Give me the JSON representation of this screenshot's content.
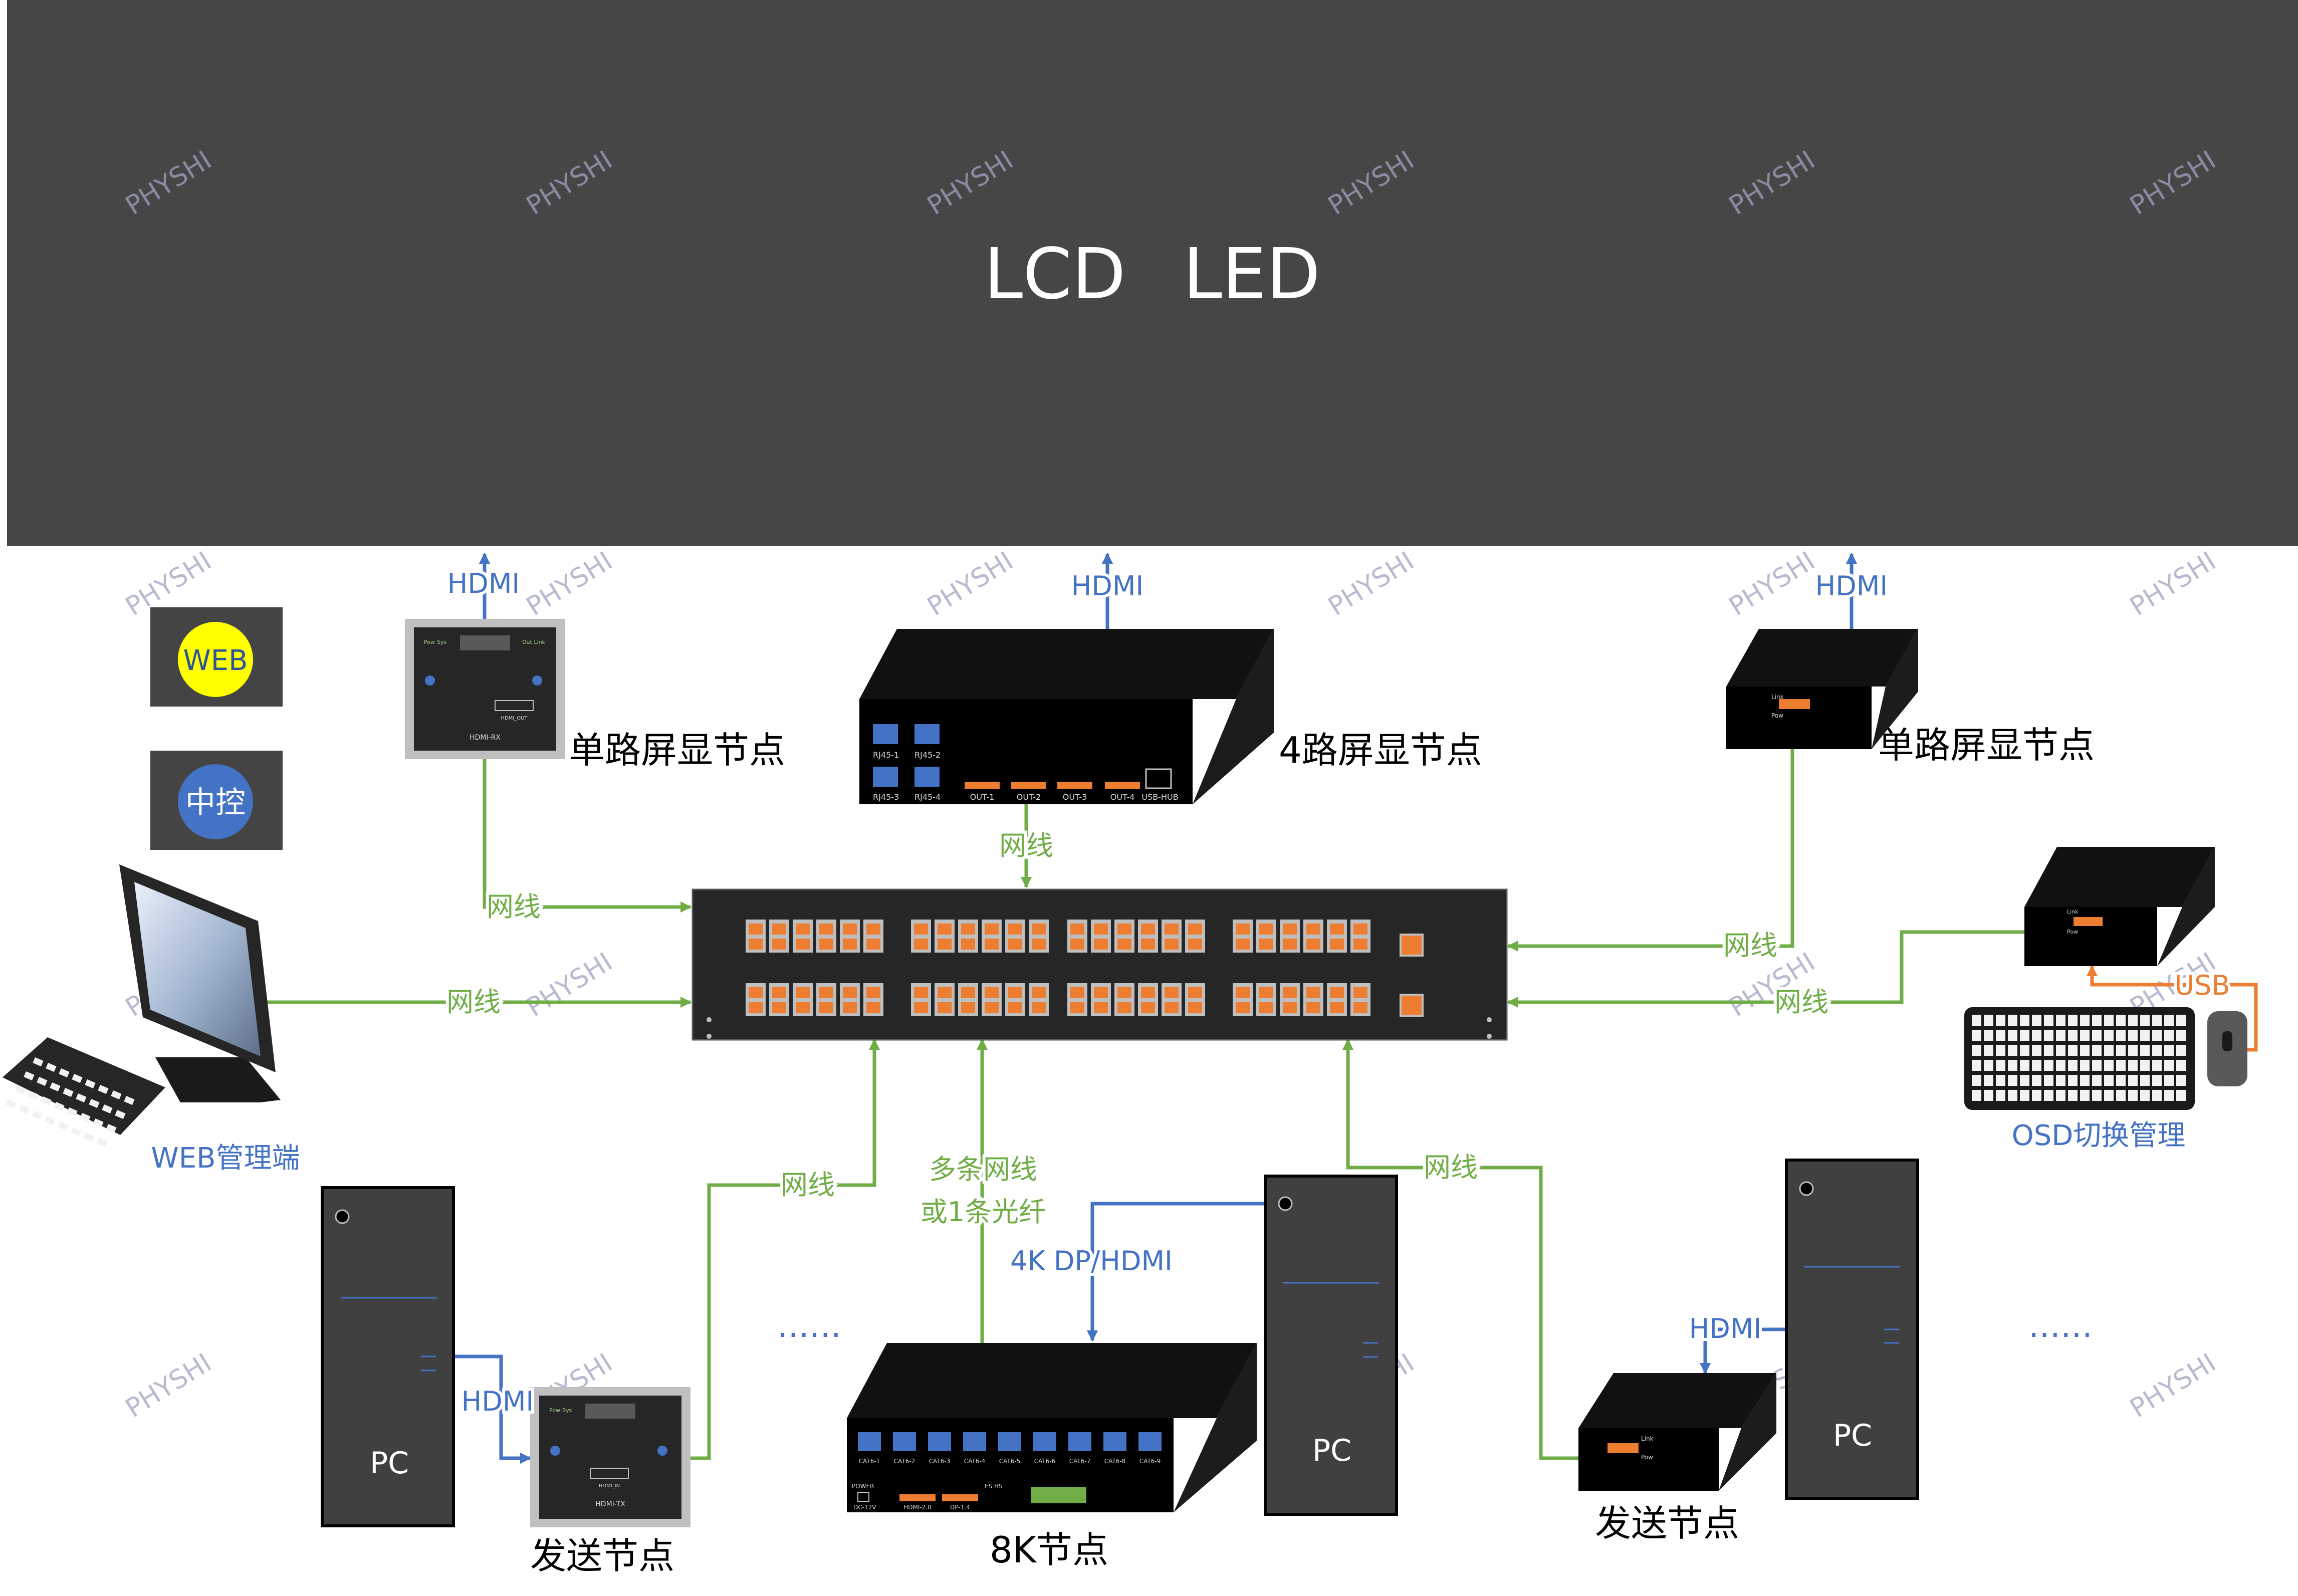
{
  "screen": {
    "title_left": "LCD",
    "title_right": "LED"
  },
  "watermark": "PHYSHI",
  "badges": {
    "web": "WEB",
    "central_control": "中控"
  },
  "nodes": {
    "single_display_left": "单路屏显节点",
    "quad_display": "4路屏显节点",
    "single_display_right": "单路屏显节点",
    "web_manager": "WEB管理端",
    "osd_manager": "OSD切换管理",
    "sender_left": "发送节点",
    "node_8k": "8K节点",
    "sender_right": "发送节点",
    "pc_left": "PC",
    "pc_middle": "PC",
    "pc_right": "PC"
  },
  "links": {
    "hdmi_left_up": "HDMI",
    "hdmi_mid_up": "HDMI",
    "hdmi_right_up": "HDMI",
    "net_quad": "网线",
    "net_left": "网线",
    "net_web": "网线",
    "net_right_top": "网线",
    "net_right_osd": "网线",
    "net_sender_left": "网线",
    "net_multi_1": "多条网线",
    "net_multi_2": "或1条光纤",
    "net_pc_mid": "网线",
    "dp_hdmi_4k": "4K DP/HDMI",
    "hdmi_pc_left": "HDMI",
    "hdmi_pc_right": "HDMI",
    "usb": "USB",
    "ellipsis_left": "……",
    "ellipsis_right": "……"
  },
  "quad_ports": {
    "rj45": [
      "RJ45-1",
      "RJ45-2",
      "RJ45-3",
      "RJ45-4"
    ],
    "outs": [
      "OUT-1",
      "OUT-2",
      "OUT-3",
      "OUT-4",
      "USB-HUB"
    ]
  },
  "node8k_ports": {
    "cat": [
      "CAT6-1",
      "CAT6-2",
      "CAT6-3",
      "CAT6-4",
      "CAT6-5",
      "CAT6-6",
      "CAT6-7",
      "CAT6-8",
      "CAT6-9"
    ],
    "power": "POWER",
    "dc": "DC-12V",
    "hdmi": "HDMI-2.0",
    "dp": "DP-1.4",
    "es": "ES HS"
  },
  "device_labels": {
    "rx": "HDMI-RX",
    "rx_out": "HDMI_OUT",
    "tx": "HDMI-TX",
    "tx_in": "HDMI_IN",
    "pwr": "Pow",
    "sys": "Sys",
    "link": "Link",
    "out_link": "Out Link"
  },
  "colors": {
    "screen": "#464646",
    "device": "#000000",
    "hdmi_line": "#4472c4",
    "net_line": "#70ad47",
    "usb_line": "#ed7d31",
    "switch_port": "#ed7d31",
    "label_text": "#000000",
    "watermark": "#a0a4c0"
  }
}
